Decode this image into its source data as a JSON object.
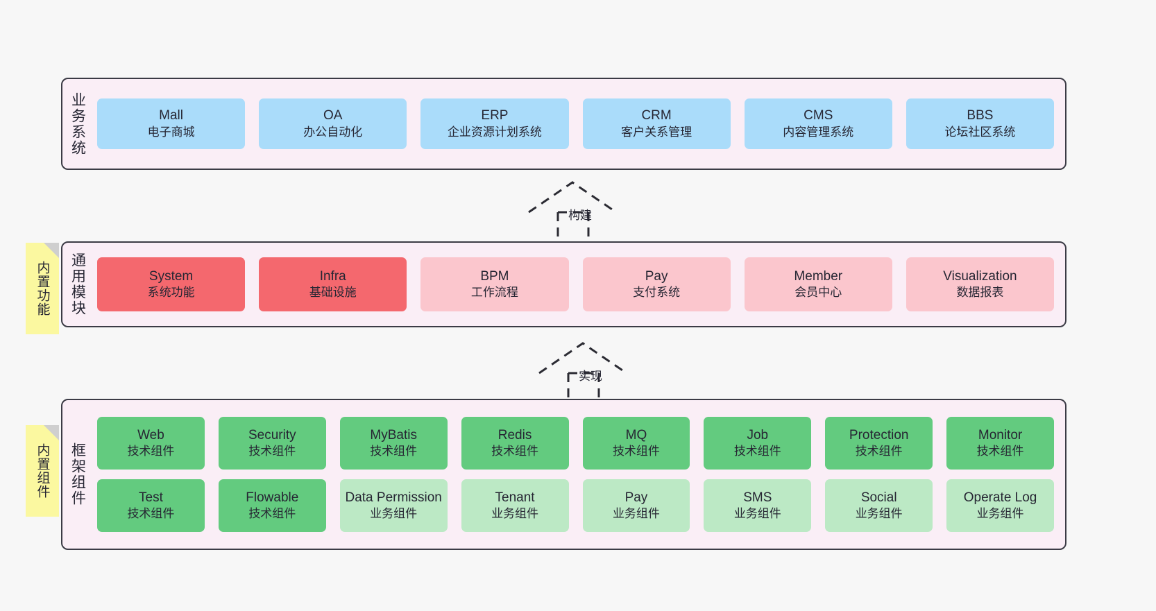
{
  "layers": [
    {
      "id": "business",
      "label": "业务系统",
      "cards": [
        {
          "name": "Mall",
          "desc": "电子商城"
        },
        {
          "name": "OA",
          "desc": "办公自动化"
        },
        {
          "name": "ERP",
          "desc": "企业资源计划系统"
        },
        {
          "name": "CRM",
          "desc": "客户关系管理"
        },
        {
          "name": "CMS",
          "desc": "内容管理系统"
        },
        {
          "name": "BBS",
          "desc": "论坛社区系统"
        }
      ]
    },
    {
      "id": "common",
      "label": "通用模块",
      "cards": [
        {
          "name": "System",
          "desc": "系统功能",
          "style": "red"
        },
        {
          "name": "Infra",
          "desc": "基础设施",
          "style": "red"
        },
        {
          "name": "BPM",
          "desc": "工作流程",
          "style": "pink"
        },
        {
          "name": "Pay",
          "desc": "支付系统",
          "style": "pink"
        },
        {
          "name": "Member",
          "desc": "会员中心",
          "style": "pink"
        },
        {
          "name": "Visualization",
          "desc": "数据报表",
          "style": "pink"
        }
      ]
    },
    {
      "id": "frame",
      "label": "框架组件",
      "row1": [
        {
          "name": "Web",
          "desc": "技术组件"
        },
        {
          "name": "Security",
          "desc": "技术组件"
        },
        {
          "name": "MyBatis",
          "desc": "技术组件"
        },
        {
          "name": "Redis",
          "desc": "技术组件"
        },
        {
          "name": "MQ",
          "desc": "技术组件"
        },
        {
          "name": "Job",
          "desc": "技术组件"
        },
        {
          "name": "Protection",
          "desc": "技术组件"
        },
        {
          "name": "Monitor",
          "desc": "技术组件"
        }
      ],
      "row2": [
        {
          "name": "Test",
          "desc": "技术组件",
          "style": "green"
        },
        {
          "name": "Flowable",
          "desc": "技术组件",
          "style": "green"
        },
        {
          "name": "Data Permission",
          "desc": "业务组件",
          "style": "lightgreen"
        },
        {
          "name": "Tenant",
          "desc": "业务组件",
          "style": "lightgreen"
        },
        {
          "name": "Pay",
          "desc": "业务组件",
          "style": "lightgreen"
        },
        {
          "name": "SMS",
          "desc": "业务组件",
          "style": "lightgreen"
        },
        {
          "name": "Social",
          "desc": "业务组件",
          "style": "lightgreen"
        },
        {
          "name": "Operate Log",
          "desc": "业务组件",
          "style": "lightgreen"
        }
      ]
    }
  ],
  "notes": [
    {
      "id": "functions",
      "label": "内置功能"
    },
    {
      "id": "components",
      "label": "内置组件"
    }
  ],
  "arrows": [
    {
      "id": "build",
      "label": "构建"
    },
    {
      "id": "impl",
      "label": "实现"
    }
  ],
  "colors": {
    "business_card": "#aadcfa",
    "module_primary": "#f4686e",
    "module_secondary": "#fbc6cd",
    "tech_component": "#63cb7f",
    "business_component": "#bce9c5",
    "layer_background": "#faeef6",
    "note_background": "#fbf8a0",
    "border": "#3b3b45"
  }
}
